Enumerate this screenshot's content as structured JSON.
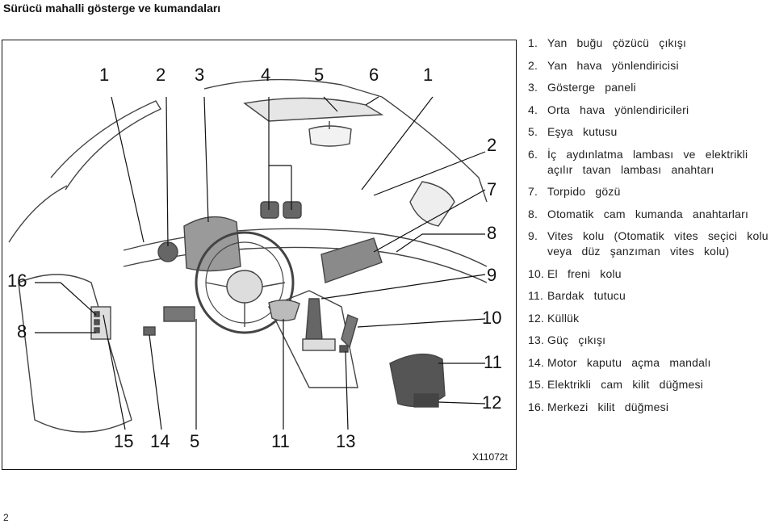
{
  "header": {
    "title": "Sürücü mahalli gösterge ve kumandaları"
  },
  "figure": {
    "code": "X11072t",
    "callouts": {
      "c1a": "1",
      "c2a": "2",
      "c3": "3",
      "c4": "4",
      "c5a": "5",
      "c6": "6",
      "c1b": "1",
      "c2b": "2",
      "c7": "7",
      "c8a": "8",
      "c9": "9",
      "c10": "10",
      "c11a": "11",
      "c12": "12",
      "c16": "16",
      "c8b": "8",
      "c15": "15",
      "c14": "14",
      "c5b": "5",
      "c11b": "11",
      "c13": "13"
    }
  },
  "legend": [
    {
      "num": "1.",
      "text": "Yan buğu çözücü çıkışı"
    },
    {
      "num": "2.",
      "text": "Yan hava yönlendiricisi"
    },
    {
      "num": "3.",
      "text": "Gösterge paneli"
    },
    {
      "num": "4.",
      "text": "Orta hava yönlendiricileri"
    },
    {
      "num": "5.",
      "text": "Eşya kutusu"
    },
    {
      "num": "6.",
      "text": "İç aydınlatma lambası ve elektrikli açılır tavan lambası anahtarı"
    },
    {
      "num": "7.",
      "text": "Torpido gözü"
    },
    {
      "num": "8.",
      "text": "Otomatik cam kumanda anahtarları"
    },
    {
      "num": "9.",
      "text": "Vites kolu (Otomatik vites seçici kolu veya düz şanzıman vites kolu)"
    },
    {
      "num": "10.",
      "text": "El freni kolu"
    },
    {
      "num": "11.",
      "text": "Bardak tutucu"
    },
    {
      "num": "12.",
      "text": "Küllük"
    },
    {
      "num": "13.",
      "text": "Güç çıkışı"
    },
    {
      "num": "14.",
      "text": "Motor kaputu açma mandalı"
    },
    {
      "num": "15.",
      "text": "Elektrikli cam kilit düğmesi"
    },
    {
      "num": "16.",
      "text": "Merkezi kilit düğmesi"
    }
  ],
  "footer": {
    "page_number": "2"
  }
}
